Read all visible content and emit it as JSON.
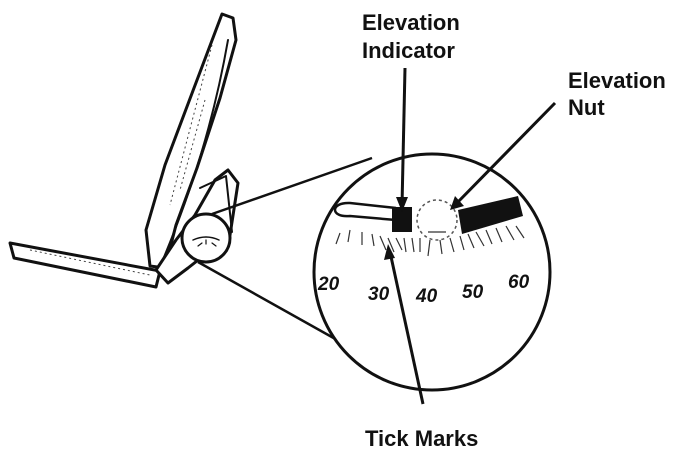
{
  "labels": {
    "elevation_indicator_line1": "Elevation",
    "elevation_indicator_line2": "Indicator",
    "elevation_nut_line1": "Elevation",
    "elevation_nut_line2": "Nut",
    "tick_marks": "Tick Marks"
  },
  "scale": {
    "t20": "20",
    "t30": "30",
    "t40": "40",
    "t50": "50",
    "t60": "60"
  }
}
